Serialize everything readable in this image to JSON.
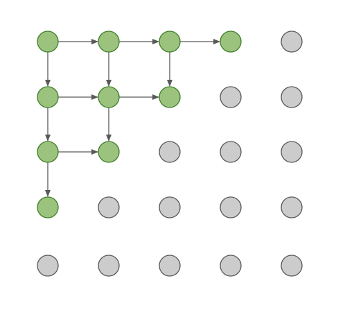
{
  "colors": {
    "background": "#ffffff",
    "active_fill": "#9bc37d",
    "active_stroke": "#3f7f2a",
    "inactive_fill": "#cccccc",
    "inactive_stroke": "#595959",
    "edge": "#595959"
  },
  "grid": {
    "rows": 5,
    "cols": 5
  },
  "active_nodes": [
    [
      0,
      0
    ],
    [
      0,
      1
    ],
    [
      0,
      2
    ],
    [
      0,
      3
    ],
    [
      1,
      0
    ],
    [
      1,
      1
    ],
    [
      1,
      2
    ],
    [
      2,
      0
    ],
    [
      2,
      1
    ],
    [
      3,
      0
    ]
  ],
  "edges": [
    {
      "from": [
        0,
        0
      ],
      "to": [
        0,
        1
      ]
    },
    {
      "from": [
        0,
        1
      ],
      "to": [
        0,
        2
      ]
    },
    {
      "from": [
        0,
        2
      ],
      "to": [
        0,
        3
      ]
    },
    {
      "from": [
        0,
        0
      ],
      "to": [
        1,
        0
      ]
    },
    {
      "from": [
        0,
        1
      ],
      "to": [
        1,
        1
      ]
    },
    {
      "from": [
        0,
        2
      ],
      "to": [
        1,
        2
      ]
    },
    {
      "from": [
        1,
        0
      ],
      "to": [
        1,
        1
      ]
    },
    {
      "from": [
        1,
        1
      ],
      "to": [
        1,
        2
      ]
    },
    {
      "from": [
        1,
        0
      ],
      "to": [
        2,
        0
      ]
    },
    {
      "from": [
        1,
        1
      ],
      "to": [
        2,
        1
      ]
    },
    {
      "from": [
        2,
        0
      ],
      "to": [
        2,
        1
      ]
    },
    {
      "from": [
        2,
        0
      ],
      "to": [
        3,
        0
      ]
    }
  ]
}
